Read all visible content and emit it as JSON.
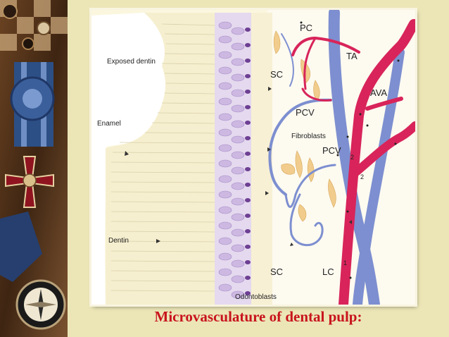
{
  "caption": "Microvasculature of dental pulp:",
  "labels": {
    "pc": "PC",
    "ta": "TA",
    "ava": "AVA",
    "sc_top": "SC",
    "sc_bottom": "SC",
    "pcv_top": "PCV",
    "pcv_mid": "PCV",
    "lc": "LC",
    "fibroblasts": "Fibroblasts",
    "odontoblasts": "Odontoblasts",
    "exposed_dentin": "Exposed dentin",
    "enamel": "Enamel",
    "dentin": "Dentin",
    "num1": "1",
    "num2a": "2",
    "num2b": "2"
  },
  "colors": {
    "artery": "#d8245a",
    "vein": "#7d8fd0",
    "caption": "#c8141c",
    "background": "#ece6b7",
    "odontoblast": "#d6c6e6",
    "fibroblast": "#f1cc8c"
  }
}
